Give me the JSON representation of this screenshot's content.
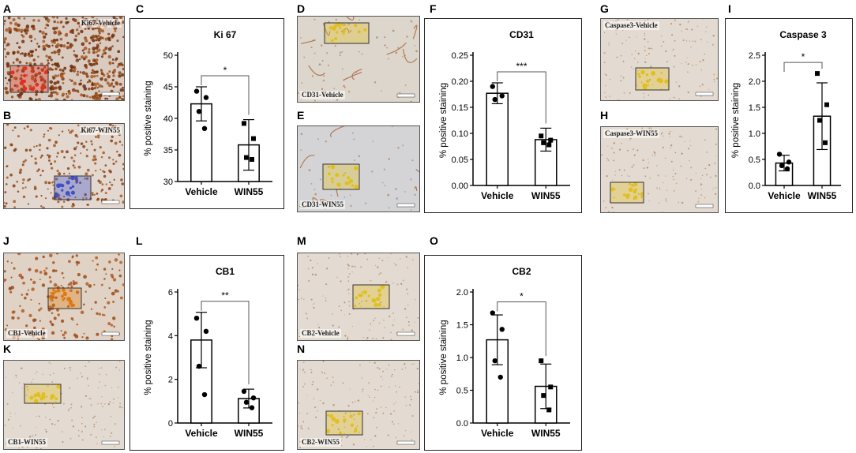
{
  "colors": {
    "axis": "#000000",
    "bar_fill": "#ffffff",
    "point": "#000000"
  },
  "panel_letters": [
    "A",
    "B",
    "C",
    "D",
    "E",
    "F",
    "G",
    "H",
    "I",
    "J",
    "K",
    "L",
    "M",
    "N",
    "O"
  ],
  "micrographs": {
    "A": {
      "caption": "Ki67-Vehicle",
      "stain": "dense-brown"
    },
    "B": {
      "caption": "Ki67-WIN55",
      "stain": "sparse-brown"
    },
    "D": {
      "caption": "CD31-Vehicle",
      "stain": "vessels"
    },
    "E": {
      "caption": "CD31-WIN55",
      "stain": "vessels-blue"
    },
    "G": {
      "caption": "Caspase3-Vehicle",
      "stain": "light"
    },
    "H": {
      "caption": "Caspase3-WIN55",
      "stain": "light"
    },
    "J": {
      "caption": "CB1-Vehicle",
      "stain": "brown-cells"
    },
    "K": {
      "caption": "CB1-WIN55",
      "stain": "light"
    },
    "M": {
      "caption": "CB2-Vehicle",
      "stain": "light"
    },
    "N": {
      "caption": "CB2-WIN55",
      "stain": "light"
    }
  },
  "chart_data": [
    {
      "panel": "C",
      "type": "bar",
      "title": "Ki 67",
      "ylabel": "% positive staining",
      "categories": [
        "Vehicle",
        "WIN55"
      ],
      "ylim": [
        30,
        50
      ],
      "yticks": [
        "30",
        "35",
        "40",
        "45",
        "50"
      ],
      "values": [
        42.3,
        35.8
      ],
      "errors": [
        2.7,
        4.0
      ],
      "points": [
        [
          44.3,
          43.3,
          41.1,
          38.4
        ],
        [
          39.2,
          36.8,
          33.8,
          33.5
        ]
      ],
      "point_markers": [
        "circle",
        "square"
      ],
      "significance": "*"
    },
    {
      "panel": "F",
      "type": "bar",
      "title": "CD31",
      "ylabel": "% positive staining",
      "categories": [
        "Vehicle",
        "WIN55"
      ],
      "ylim": [
        0,
        0.25
      ],
      "yticks": [
        "0.00",
        "0.05",
        "0.10",
        "0.15",
        "0.20",
        "0.25"
      ],
      "values": [
        0.177,
        0.088
      ],
      "errors": [
        0.02,
        0.022
      ],
      "points": [
        [
          0.19,
          0.172,
          0.165
        ],
        [
          0.095,
          0.087,
          0.082,
          0.078
        ]
      ],
      "point_markers": [
        "circle",
        "square"
      ],
      "significance": "***"
    },
    {
      "panel": "I",
      "type": "bar",
      "title": "Caspase 3",
      "ylabel": "% positive staining",
      "categories": [
        "Vehicle",
        "WIN55"
      ],
      "ylim": [
        0,
        2.5
      ],
      "yticks": [
        "0.0",
        "0.5",
        "1.0",
        "1.5",
        "2.0",
        "2.5"
      ],
      "values": [
        0.43,
        1.33
      ],
      "errors": [
        0.15,
        0.64
      ],
      "points": [
        [
          0.6,
          0.45,
          0.38,
          0.32
        ],
        [
          2.15,
          1.55,
          1.25,
          0.82
        ]
      ],
      "point_markers": [
        "circle",
        "square"
      ],
      "significance": "*"
    },
    {
      "panel": "L",
      "type": "bar",
      "title": "CB1",
      "ylabel": "% positive staining",
      "categories": [
        "Vehicle",
        "WIN55"
      ],
      "ylim": [
        0,
        6
      ],
      "yticks": [
        "0",
        "2",
        "4",
        "6"
      ],
      "values": [
        3.8,
        1.12
      ],
      "errors": [
        1.27,
        0.43
      ],
      "points": [
        [
          4.8,
          4.2,
          2.6,
          1.3
        ],
        [
          1.45,
          1.15,
          0.95,
          0.7
        ]
      ],
      "point_markers": [
        "circle",
        "circle"
      ],
      "significance": "**"
    },
    {
      "panel": "O",
      "type": "bar",
      "title": "CB2",
      "ylabel": "% positive staining",
      "categories": [
        "Vehicle",
        "WIN55"
      ],
      "ylim": [
        0,
        2.0
      ],
      "yticks": [
        "0.0",
        "0.5",
        "1.0",
        "1.5",
        "2.0"
      ],
      "values": [
        1.27,
        0.56
      ],
      "errors": [
        0.38,
        0.34
      ],
      "points": [
        [
          1.68,
          1.43,
          0.95,
          0.7
        ],
        [
          0.95,
          0.55,
          0.42,
          0.2
        ]
      ],
      "point_markers": [
        "circle",
        "square"
      ],
      "significance": "*"
    }
  ]
}
